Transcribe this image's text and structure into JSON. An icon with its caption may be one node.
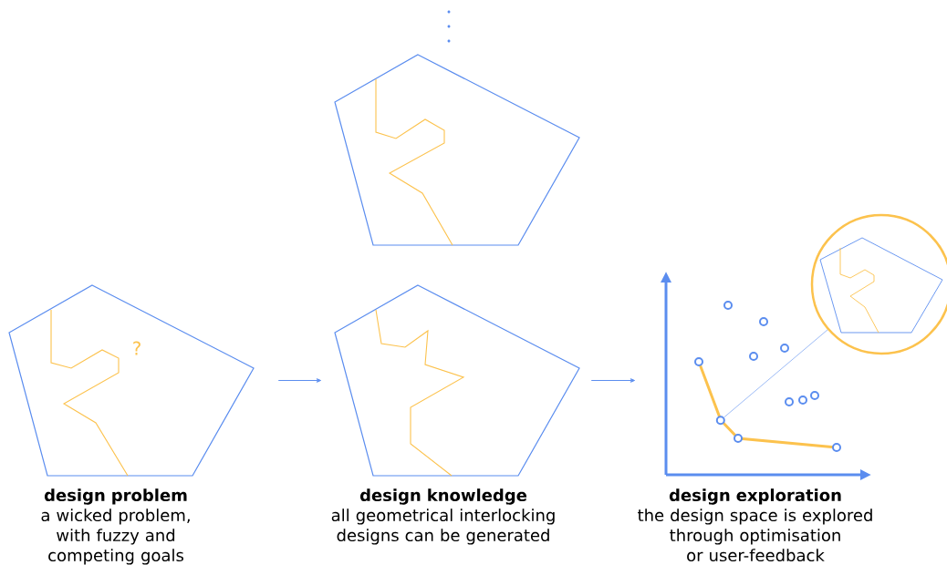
{
  "diagram": {
    "nodes": [
      {
        "text": [
          "design problem",
          "a wicked problem, with fuzzy and competing goals"
        ]
      },
      {
        "text": [],
        "shape": "pentagon"
      },
      {
        "text": [
          "design knowledge",
          "all geometrical interlocking designs can be generated"
        ]
      },
      {
        "text": [
          "design exploration",
          "the design space is explored through optimisation or user-feedback"
        ]
      },
      {
        "text": [],
        "shape": "circle"
      },
      {
        "text": [],
        "shape": "circle",
        "in": 3
      }
    ],
    "edges": [
      {
        "from": 0,
        "to": 2,
        "arrow": "to"
      },
      {
        "from": 2,
        "to": 3,
        "arrow": "to"
      },
      {
        "from": 5,
        "to": 4,
        "arrow": "none"
      }
    ],
    "labels": [
      "?"
    ]
  }
}
